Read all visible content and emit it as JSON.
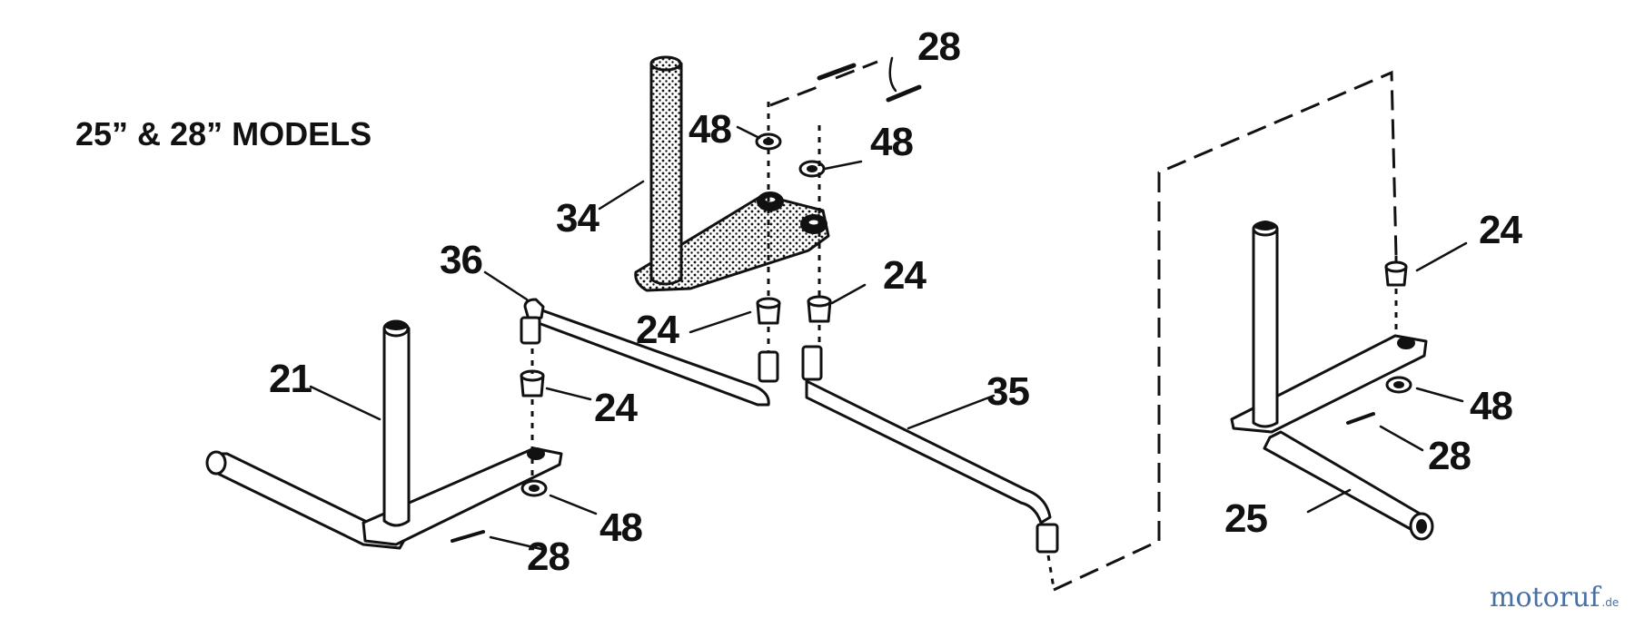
{
  "diagram": {
    "heading": "25” & 28” MODELS",
    "callouts": {
      "c28_top": "28",
      "c48_top_left": "48",
      "c48_top_right": "48",
      "c34": "34",
      "c36": "36",
      "c24_plate_right": "24",
      "c24_plate_left": "24",
      "c24_right_assembly": "24",
      "c21": "21",
      "c24_left_assembly": "24",
      "c35": "35",
      "c48_right_assembly": "48",
      "c28_right_assembly": "28",
      "c48_left_assembly": "48",
      "c28_left_assembly": "28",
      "c25": "25"
    }
  },
  "watermark": {
    "brand_part1": "moto",
    "brand_part2": "ruf",
    "suffix": ".de",
    "colors": {
      "part1": "#4a6fa5",
      "part2": "#e8912a"
    }
  }
}
